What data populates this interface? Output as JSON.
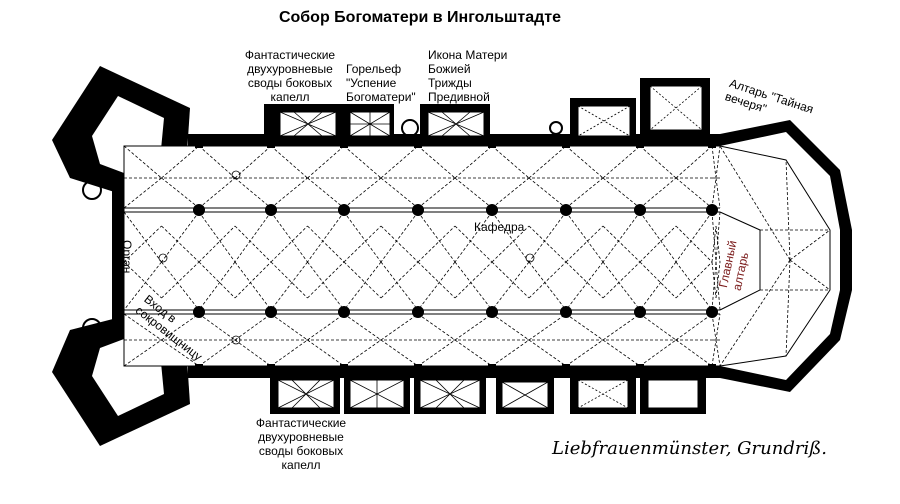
{
  "title": "Собор Богоматери в Ингольштадте",
  "labels": {
    "chapels_top": [
      "Фантастические",
      "двухуровневые",
      "своды боковых",
      "капелл"
    ],
    "relief": [
      "Горельеф",
      "\"Успение",
      "Богоматери\""
    ],
    "icon": [
      "Икона Матери",
      "Божией",
      "Трижды",
      "Предивной"
    ],
    "altar_supper": [
      "Алтарь \"Тайная",
      "вечеря\""
    ],
    "pulpit": "Кафедра",
    "organ": "Орган",
    "treasury": [
      "Вход в",
      "сокровищницу"
    ],
    "main_altar": [
      "Главный",
      "алтарь"
    ],
    "chapels_bottom": [
      "Фантастические",
      "двухуровневые",
      "своды боковых",
      "капелл"
    ]
  },
  "caption": "Liebfrauenmünster, Grundriß.",
  "colors": {
    "ink": "#000000",
    "paper": "#ffffff",
    "main_altar_text": "#7a1a1a"
  }
}
